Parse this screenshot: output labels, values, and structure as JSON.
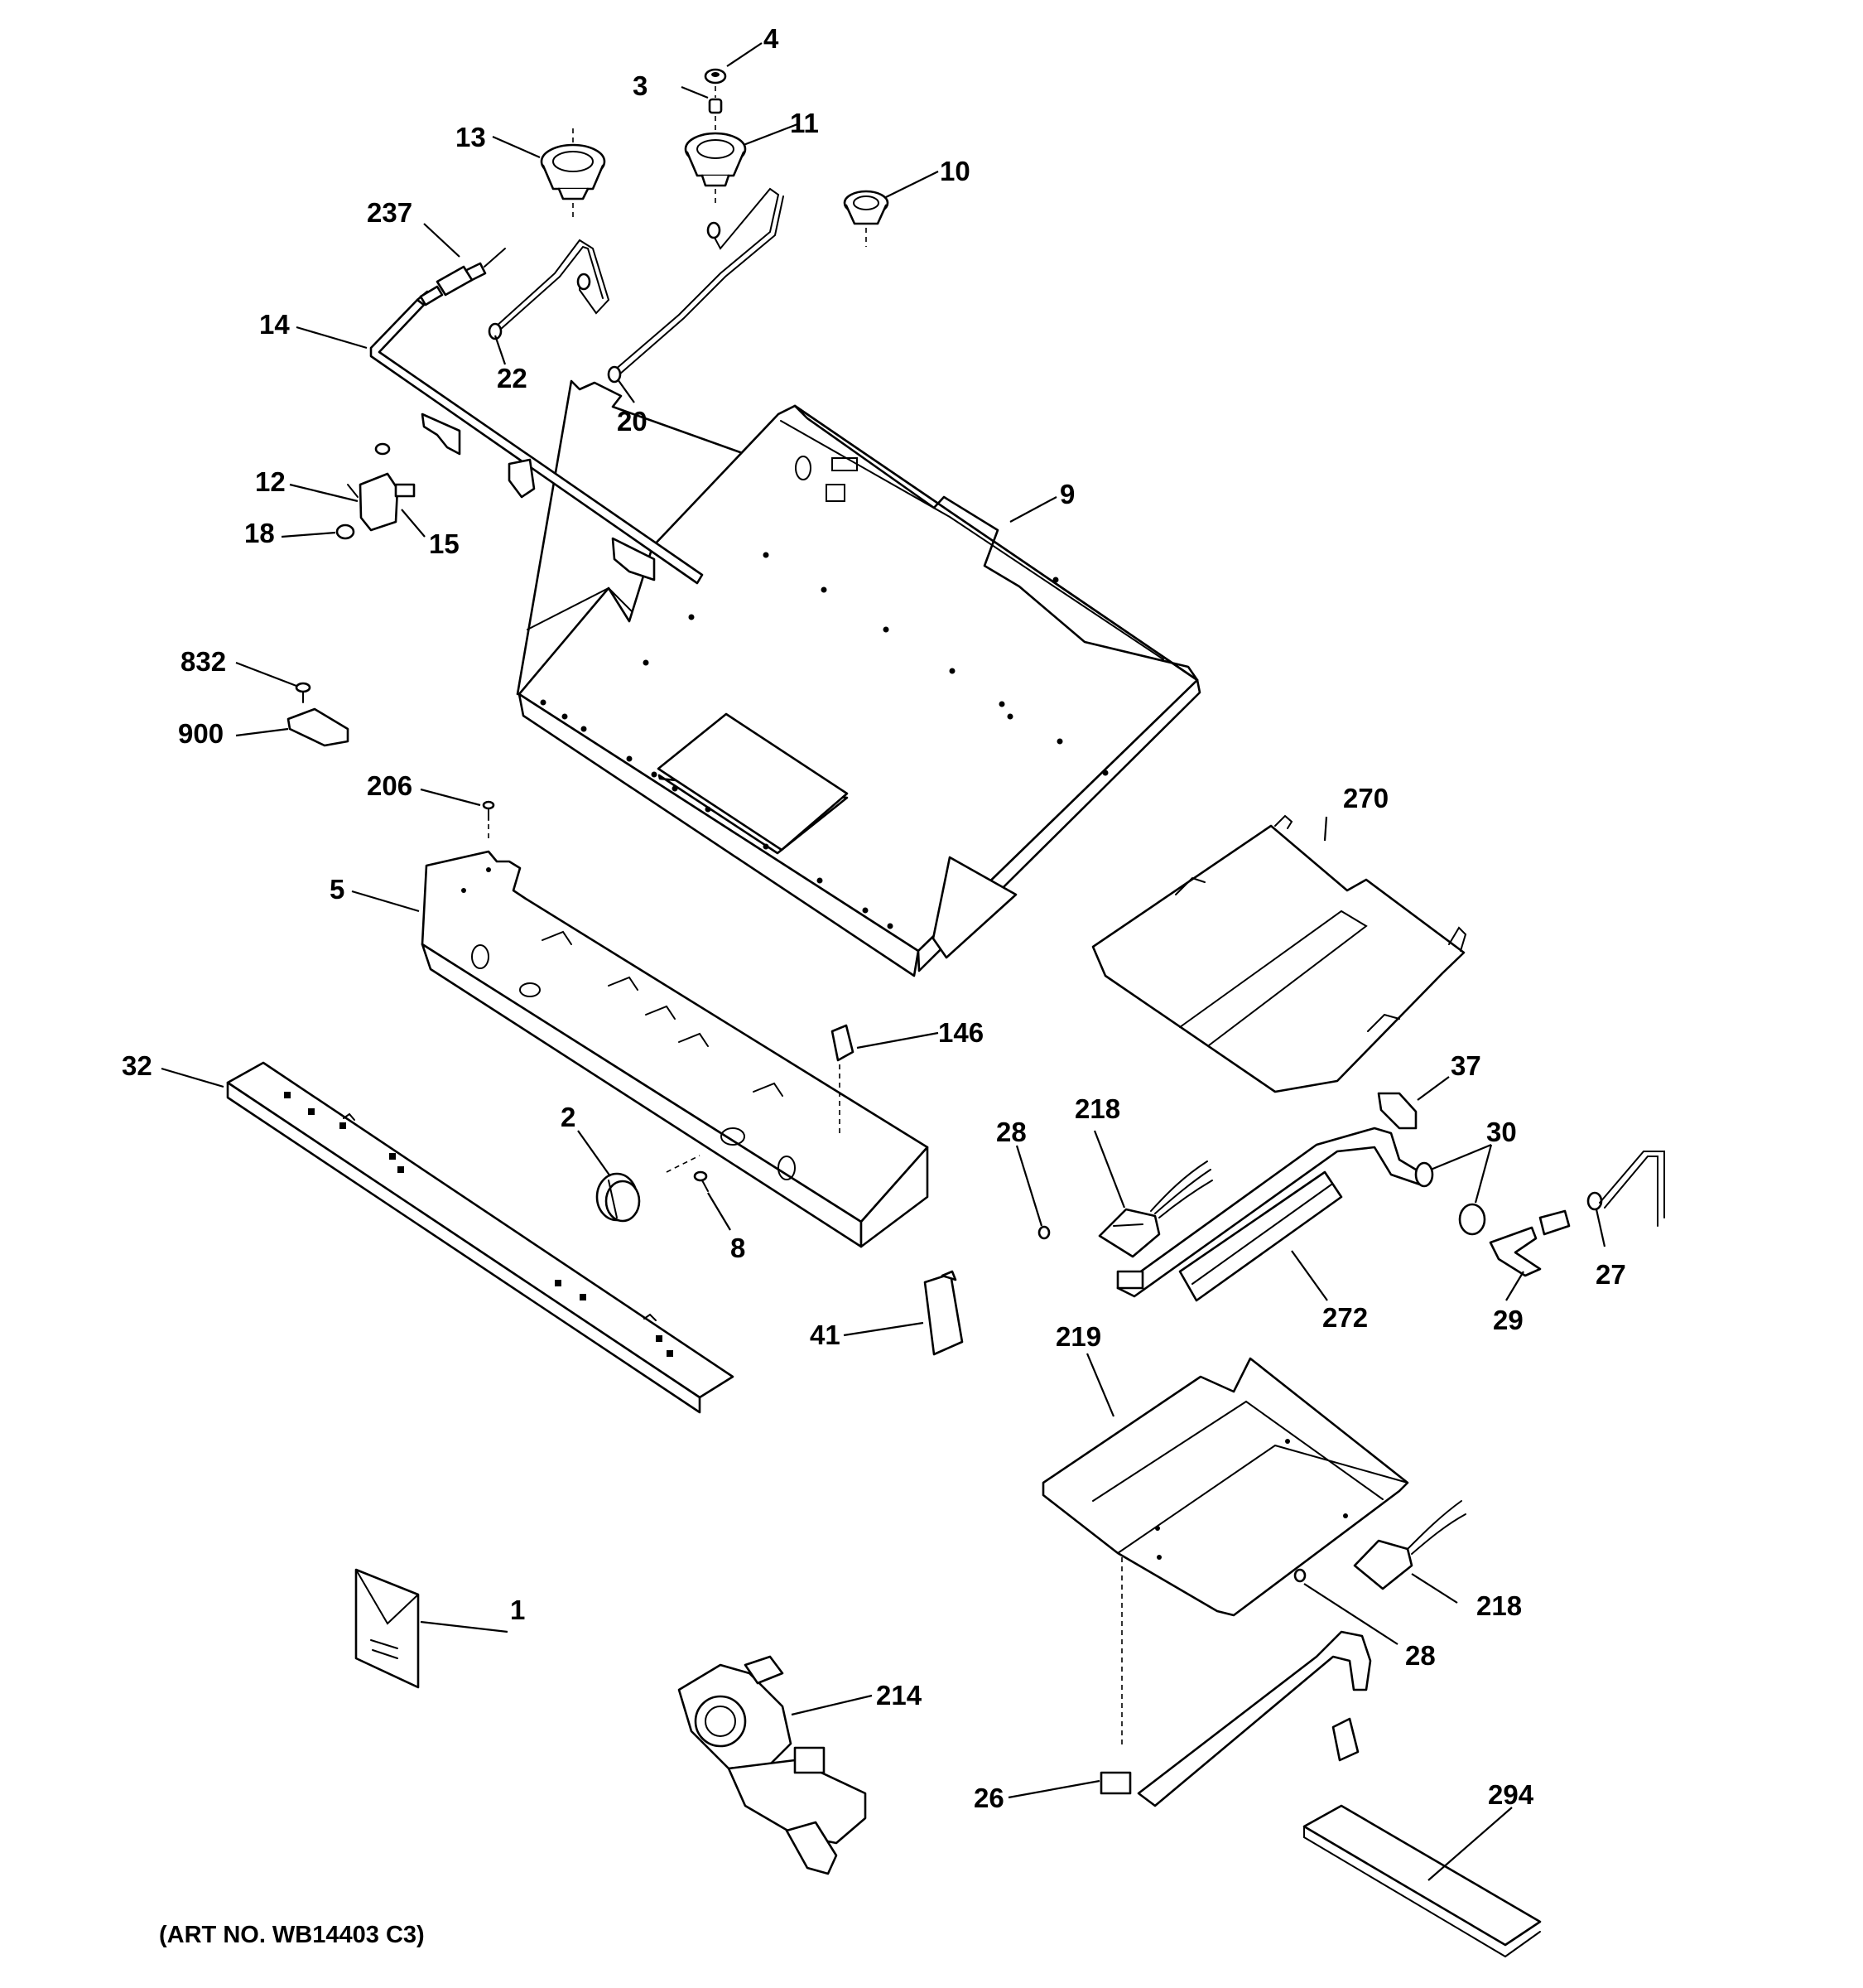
{
  "callouts": {
    "c1": "1",
    "c2": "2",
    "c3": "3",
    "c4": "4",
    "c5": "5",
    "c8": "8",
    "c9": "9",
    "c10": "10",
    "c11": "11",
    "c12": "12",
    "c13": "13",
    "c14": "14",
    "c15": "15",
    "c18": "18",
    "c20": "20",
    "c22": "22",
    "c26": "26",
    "c27": "27",
    "c28a": "28",
    "c28b": "28",
    "c29": "29",
    "c30": "30",
    "c32": "32",
    "c37": "37",
    "c41": "41",
    "c146": "146",
    "c206": "206",
    "c214": "214",
    "c218a": "218",
    "c218b": "218",
    "c219": "219",
    "c237": "237",
    "c270": "270",
    "c272": "272",
    "c294": "294",
    "c832": "832",
    "c900": "900"
  },
  "art_number": "(ART NO. WB14403 C3)"
}
